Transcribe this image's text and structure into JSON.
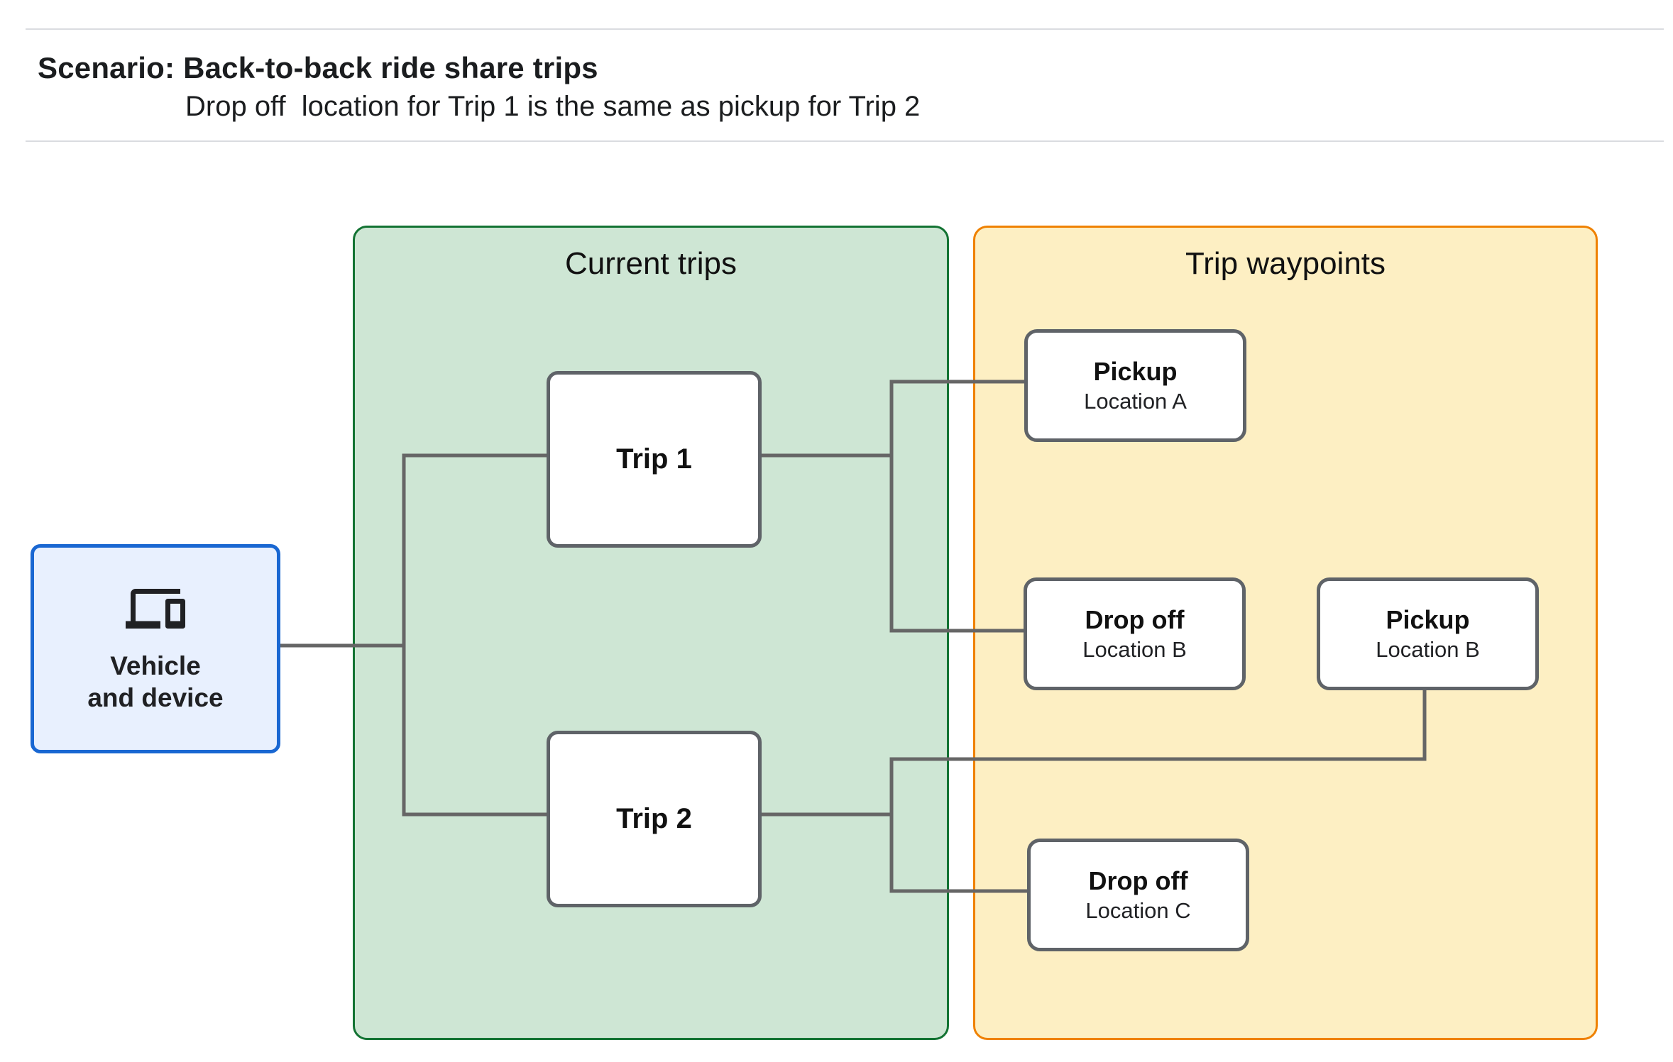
{
  "header": {
    "title": "Scenario: Back-to-back ride share trips",
    "subtitle": "Drop off  location for Trip 1 is the same as pickup for Trip 2"
  },
  "vehicle_node": {
    "icon": "devices-icon",
    "label_line1": "Vehicle",
    "label_line2": "and device"
  },
  "panels": {
    "current_trips": {
      "title": "Current trips",
      "trips": [
        {
          "id": "trip-1",
          "label": "Trip 1"
        },
        {
          "id": "trip-2",
          "label": "Trip 2"
        }
      ]
    },
    "trip_waypoints": {
      "title": "Trip waypoints",
      "waypoints": [
        {
          "id": "pickup-a",
          "title": "Pickup",
          "subtitle": "Location A"
        },
        {
          "id": "dropoff-b",
          "title": "Drop off",
          "subtitle": "Location B"
        },
        {
          "id": "pickup-b",
          "title": "Pickup",
          "subtitle": "Location B"
        },
        {
          "id": "dropoff-c",
          "title": "Drop off",
          "subtitle": "Location C"
        }
      ]
    }
  },
  "colors": {
    "vehicle_fill": "#E8F0FE",
    "vehicle_border": "#1967D2",
    "current_trips_fill": "#CEE6D4",
    "current_trips_border": "#137333",
    "trip_waypoints_fill": "#FDEFC3",
    "trip_waypoints_border": "#EF8100",
    "node_border": "#5F6368",
    "connector": "#666666",
    "divider": "#DADCE0",
    "text": "#202124"
  }
}
